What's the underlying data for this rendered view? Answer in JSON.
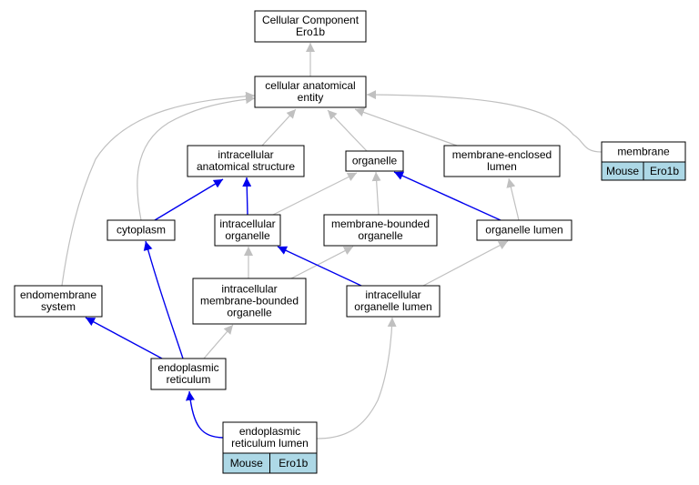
{
  "graph": {
    "nodes": [
      {
        "id": "cellular-component",
        "lines": [
          "Cellular Component",
          "Ero1b"
        ]
      },
      {
        "id": "cellular-anatomical-entity",
        "lines": [
          "cellular anatomical",
          "entity"
        ]
      },
      {
        "id": "membrane",
        "lines": [
          "membrane"
        ],
        "annotations": [
          "Mouse",
          "Ero1b"
        ]
      },
      {
        "id": "intracellular-anatomical-structure",
        "lines": [
          "intracellular",
          "anatomical structure"
        ]
      },
      {
        "id": "organelle",
        "lines": [
          "organelle"
        ]
      },
      {
        "id": "membrane-enclosed-lumen",
        "lines": [
          "membrane-enclosed",
          "lumen"
        ]
      },
      {
        "id": "cytoplasm",
        "lines": [
          "cytoplasm"
        ]
      },
      {
        "id": "intracellular-organelle",
        "lines": [
          "intracellular",
          "organelle"
        ]
      },
      {
        "id": "membrane-bounded-organelle",
        "lines": [
          "membrane-bounded",
          "organelle"
        ]
      },
      {
        "id": "organelle-lumen",
        "lines": [
          "organelle lumen"
        ]
      },
      {
        "id": "endomembrane-system",
        "lines": [
          "endomembrane",
          "system"
        ]
      },
      {
        "id": "intracellular-membrane-bounded-organelle",
        "lines": [
          "intracellular",
          "membrane-bounded",
          "organelle"
        ]
      },
      {
        "id": "intracellular-organelle-lumen",
        "lines": [
          "intracellular",
          "organelle lumen"
        ]
      },
      {
        "id": "endoplasmic-reticulum",
        "lines": [
          "endoplasmic",
          "reticulum"
        ]
      },
      {
        "id": "endoplasmic-reticulum-lumen",
        "lines": [
          "endoplasmic",
          "reticulum lumen"
        ],
        "annotations": [
          "Mouse",
          "Ero1b"
        ]
      }
    ],
    "edges": [
      {
        "from": "cellular-anatomical-entity",
        "to": "cellular-component",
        "relation": "is_a"
      },
      {
        "from": "intracellular-anatomical-structure",
        "to": "cellular-anatomical-entity",
        "relation": "is_a"
      },
      {
        "from": "organelle",
        "to": "cellular-anatomical-entity",
        "relation": "is_a"
      },
      {
        "from": "membrane-enclosed-lumen",
        "to": "cellular-anatomical-entity",
        "relation": "is_a"
      },
      {
        "from": "membrane",
        "to": "cellular-anatomical-entity",
        "relation": "is_a"
      },
      {
        "from": "cytoplasm",
        "to": "cellular-anatomical-entity",
        "relation": "is_a"
      },
      {
        "from": "endomembrane-system",
        "to": "cellular-anatomical-entity",
        "relation": "is_a"
      },
      {
        "from": "cytoplasm",
        "to": "intracellular-anatomical-structure",
        "relation": "part_of"
      },
      {
        "from": "intracellular-organelle",
        "to": "intracellular-anatomical-structure",
        "relation": "part_of"
      },
      {
        "from": "intracellular-organelle",
        "to": "organelle",
        "relation": "is_a"
      },
      {
        "from": "membrane-bounded-organelle",
        "to": "organelle",
        "relation": "is_a"
      },
      {
        "from": "organelle-lumen",
        "to": "organelle",
        "relation": "part_of"
      },
      {
        "from": "organelle-lumen",
        "to": "membrane-enclosed-lumen",
        "relation": "is_a"
      },
      {
        "from": "intracellular-membrane-bounded-organelle",
        "to": "intracellular-organelle",
        "relation": "is_a"
      },
      {
        "from": "intracellular-membrane-bounded-organelle",
        "to": "membrane-bounded-organelle",
        "relation": "is_a"
      },
      {
        "from": "intracellular-organelle-lumen",
        "to": "intracellular-organelle",
        "relation": "part_of"
      },
      {
        "from": "intracellular-organelle-lumen",
        "to": "organelle-lumen",
        "relation": "is_a"
      },
      {
        "from": "endoplasmic-reticulum",
        "to": "endomembrane-system",
        "relation": "part_of"
      },
      {
        "from": "endoplasmic-reticulum",
        "to": "cytoplasm",
        "relation": "part_of"
      },
      {
        "from": "endoplasmic-reticulum",
        "to": "intracellular-membrane-bounded-organelle",
        "relation": "is_a"
      },
      {
        "from": "endoplasmic-reticulum-lumen",
        "to": "endoplasmic-reticulum",
        "relation": "part_of"
      },
      {
        "from": "endoplasmic-reticulum-lumen",
        "to": "intracellular-organelle-lumen",
        "relation": "is_a"
      }
    ]
  },
  "colors": {
    "is_a_edge": "#c0c0c0",
    "part_of_edge": "#0000ee",
    "node_border": "#000000",
    "node_fill": "#ffffff",
    "annotation_fill": "#add8e6"
  }
}
